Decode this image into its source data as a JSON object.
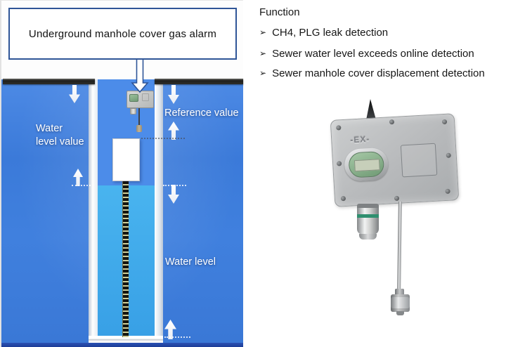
{
  "slide": {
    "diagram": {
      "title": "Underground manhole cover gas alarm",
      "label_water_level_value_line1": "Water",
      "label_water_level_value_line2": "level value",
      "label_reference_value": "Reference value",
      "label_water_level": "Water level"
    },
    "function_panel": {
      "heading": "Function",
      "bullet": "➢",
      "items": [
        "CH4, PLG leak detection",
        "Sewer water level exceeds online detection",
        "Sewer manhole cover displacement detection"
      ]
    },
    "device_photo": {
      "marking": "-EX-"
    },
    "colors": {
      "ground_blue": "#3e7fdd",
      "water_blue": "#3fa9ea",
      "footer_navy": "#1e3f9f",
      "title_border_blue": "#2f5597",
      "manhole_cover_dark": "#23231f"
    }
  }
}
